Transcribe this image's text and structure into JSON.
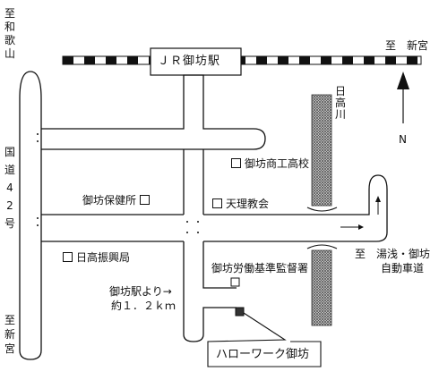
{
  "station": {
    "name": "ＪＲ御坊駅"
  },
  "directions": {
    "left_top": "至和歌山",
    "left_bottom": "至新宮",
    "right_top": "至　新宮",
    "right_mid_prefix": "至",
    "right_mid_line1": "湯浅・御坊",
    "right_mid_line2": "自動車道"
  },
  "roads": {
    "national_route": "国道42号"
  },
  "river": {
    "name": "日高川"
  },
  "compass": {
    "north": "N"
  },
  "places": {
    "commerce_school": "御坊商工高校",
    "health_center": "御坊保健所",
    "tenri_church": "天理教会",
    "hidaka_office": "日高振興局",
    "labor_office": "御坊労働基準監督署",
    "hello_work": "ハローワーク御坊"
  },
  "note": {
    "line1": "御坊駅より→",
    "line2": "約１．２ｋｍ"
  }
}
